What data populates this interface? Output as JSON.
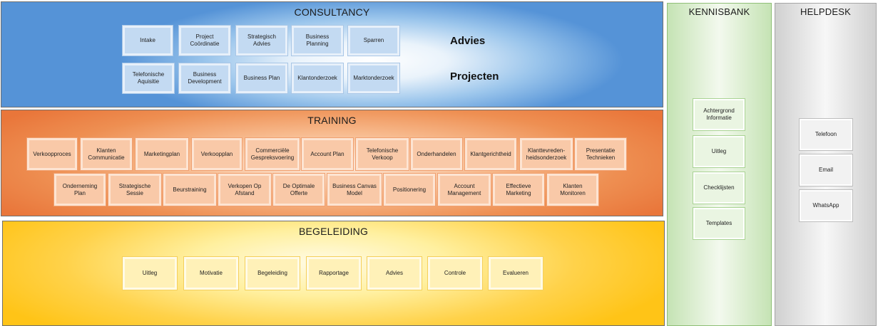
{
  "consultancy": {
    "title": "CONSULTANCY",
    "row1_label": "Advies",
    "row2_label": "Projecten",
    "row1": [
      "Intake",
      "Project\nCoördinatie",
      "Strategisch\nAdvies",
      "Business   Planning",
      "Sparren"
    ],
    "row2": [
      "Telefonische\nAquisitie",
      "Business\nDevelopment",
      "Business   Plan",
      "Klantonderzoek",
      "Marktonderzoek"
    ]
  },
  "training": {
    "title": "TRAINING",
    "row1": [
      "Verkoopproces",
      "Klanten\nCommunicatie",
      "Marketingplan",
      "Verkoopplan",
      "Commerciële\nGespreksvoering",
      "Account   Plan",
      "Telefonische\nVerkoop",
      "Onderhandelen",
      "Klantgerichtheid",
      "Klanttevreden-\nheidsonderzoek",
      "Presentatie\nTechnieken"
    ],
    "row2": [
      "Onderneming\nPlan",
      "Strategische\nSessie",
      "Beurstraining",
      "Verkopen   Op\nAfstand",
      "De Optimale\nOfferte",
      "Business   Canvas\nModel",
      "Positionering",
      "Account\nManagement",
      "Effectieve\nMarketing",
      "Klanten\nMonitoren"
    ]
  },
  "begeleiding": {
    "title": "BEGELEIDING",
    "items": [
      "Uitleg",
      "Motivatie",
      "Begeleiding",
      "Rapportage",
      "Advies",
      "Controle",
      "Evalueren"
    ]
  },
  "kennisbank": {
    "title": "KENNISBANK",
    "items": [
      "Achtergrond\nInformatie",
      "Uitleg",
      "Checklijsten",
      "Templates"
    ]
  },
  "helpdesk": {
    "title": "HELPDESK",
    "items": [
      "Telefoon",
      "Email",
      "WhatsApp"
    ]
  }
}
